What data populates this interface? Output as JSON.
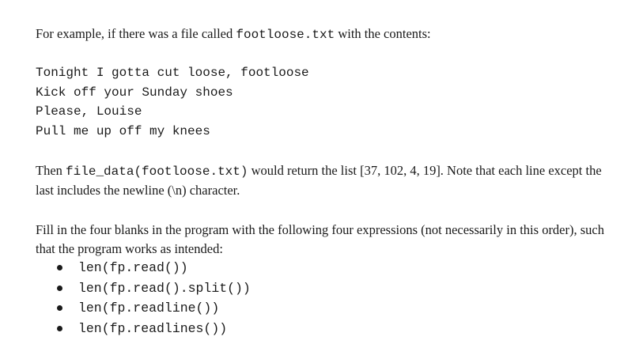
{
  "intro": {
    "before": "For example, if there was a file called ",
    "filename": "footloose.txt",
    "after": " with the contents:"
  },
  "file_contents": [
    "Tonight I gotta cut loose, footloose",
    "Kick off your Sunday shoes",
    "Please, Louise",
    "Pull me up off my knees"
  ],
  "result": {
    "before": "Then ",
    "call": "file_data(footloose.txt)",
    "after": " would return the list [37, 102, 4, 19].  Note that each line except the last includes the newline (\\n) character."
  },
  "instructions": "Fill in the four blanks in the program with the following four expressions (not necessarily in this order), such that the program works as intended:",
  "expressions": [
    "len(fp.read())",
    "len(fp.read().split())",
    "len(fp.readline())",
    "len(fp.readlines())"
  ]
}
